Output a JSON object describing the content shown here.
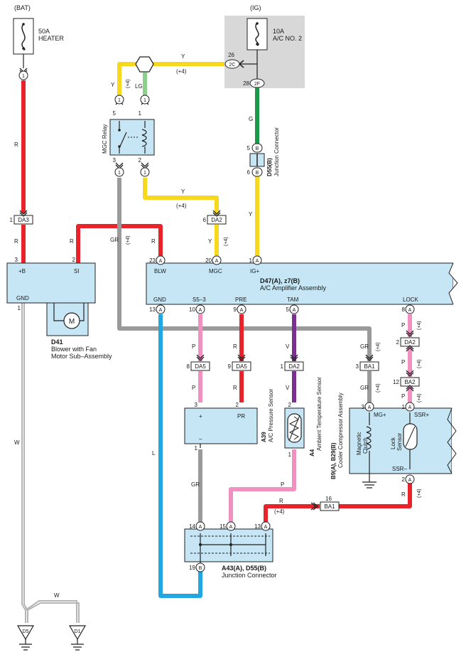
{
  "power": {
    "bat": "(BAT)",
    "ig": "(IG)",
    "fuse_heater_rating": "50A",
    "fuse_heater_name": "HEATER",
    "fuse_ac_rating": "10A",
    "fuse_ac_name": "A/C NO. 2"
  },
  "wire_codes": {
    "r": "R",
    "y": "Y",
    "lg": "LG",
    "g": "G",
    "gr": "GR",
    "p": "P",
    "v": "V",
    "l": "L",
    "w": "W",
    "plus4": "(+4)"
  },
  "connectors": {
    "da3": "DA3",
    "da2": "DA2",
    "da5": "DA5",
    "ba1": "BA1",
    "ba2": "BA2",
    "c2c": "2C",
    "c2f": "2F",
    "a": "A",
    "b": "B",
    "one": "1"
  },
  "pins": {
    "p1": "1",
    "p2": "2",
    "p3": "3",
    "p5": "5",
    "p6": "6",
    "p8": "8",
    "p9": "9",
    "p10": "10",
    "p12": "12",
    "p13": "13",
    "p14": "14",
    "p15": "15",
    "p16": "16",
    "p19": "19",
    "p20": "20",
    "p23": "23",
    "p26": "26",
    "p28": "28"
  },
  "components": {
    "mgc_relay": "MGC Relay",
    "junction_d55_1": "D55(B)",
    "junction_d55_2": "Junction Connector",
    "amp_id": "D47(A), z7(B)",
    "amp_name": "A/C Amplifier Assembly",
    "blower_id": "D41",
    "blower_name1": "Blower with Fan",
    "blower_name2": "Motor Sub–Assembly",
    "motor": "M",
    "pressure_id": "A39",
    "pressure_name": "A/C Pressure Sensor",
    "ambient_id": "A4",
    "ambient_name": "Ambient Temperature Sensor",
    "compressor_id": "B9(A), B29(B)",
    "compressor_name": "Cooler Compressor Assembly",
    "mag_clutch1": "Magnetic",
    "mag_clutch2": "Clutch",
    "lock_sensor1": "Lock",
    "lock_sensor2": "Sensor",
    "junction_a43_id": "A43(A), D55(B)",
    "junction_a43_name": "Junction Connector",
    "ground_d5": "D5",
    "ground_d1": "D1"
  },
  "terminals": {
    "plus_b": "+B",
    "si": "SI",
    "gnd": "GND",
    "blw": "BLW",
    "mgc": "MGC",
    "ig_plus": "IG+",
    "s5_3": "S5–3",
    "pre": "PRE",
    "tam": "TAM",
    "lock": "LOCK",
    "plus": "+",
    "minus": "–",
    "pr": "PR",
    "mg_plus": "MG+",
    "ssr_plus": "SSR+",
    "ssr_minus": "SSR–"
  },
  "colors": {
    "red": "#e8232a",
    "yellow": "#f8d81c",
    "green": "#1a9a48",
    "light_green": "#8cd08c",
    "gray": "#9a9a9a",
    "pink": "#f191c2",
    "violet": "#7a2f91",
    "blue": "#22a7e0",
    "white_wire": "#b5b5b5",
    "component_fill": "#c6e6f5",
    "ig_box": "#d8d8d8"
  }
}
